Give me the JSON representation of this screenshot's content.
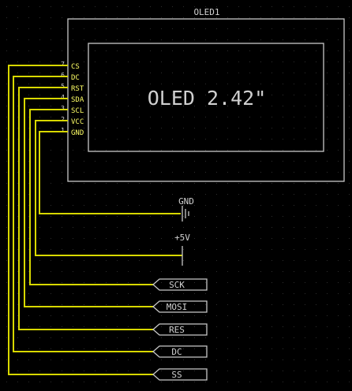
{
  "colors": {
    "background": "#000000",
    "wire": "#d8d800",
    "outline": "#c8c8c8",
    "pin_label": "#ffff66",
    "grid_dot": "#2e2e2e"
  },
  "component": {
    "refdes": "OLED1",
    "value": "OLED 2.42\""
  },
  "pins": [
    {
      "number": "7",
      "name": "CS"
    },
    {
      "number": "6",
      "name": "DC"
    },
    {
      "number": "5",
      "name": "RST"
    },
    {
      "number": "4",
      "name": "SDA"
    },
    {
      "number": "3",
      "name": "SCL"
    },
    {
      "number": "2",
      "name": "VCC"
    },
    {
      "number": "1",
      "name": "GND"
    }
  ],
  "power_symbols": {
    "gnd": {
      "label": "GND",
      "icon": "ground-symbol-icon"
    },
    "vcc": {
      "label": "+5V",
      "icon": "power-bar-icon"
    }
  },
  "net_labels": [
    "SCK",
    "MOSI",
    "RES",
    "DC",
    "SS"
  ]
}
